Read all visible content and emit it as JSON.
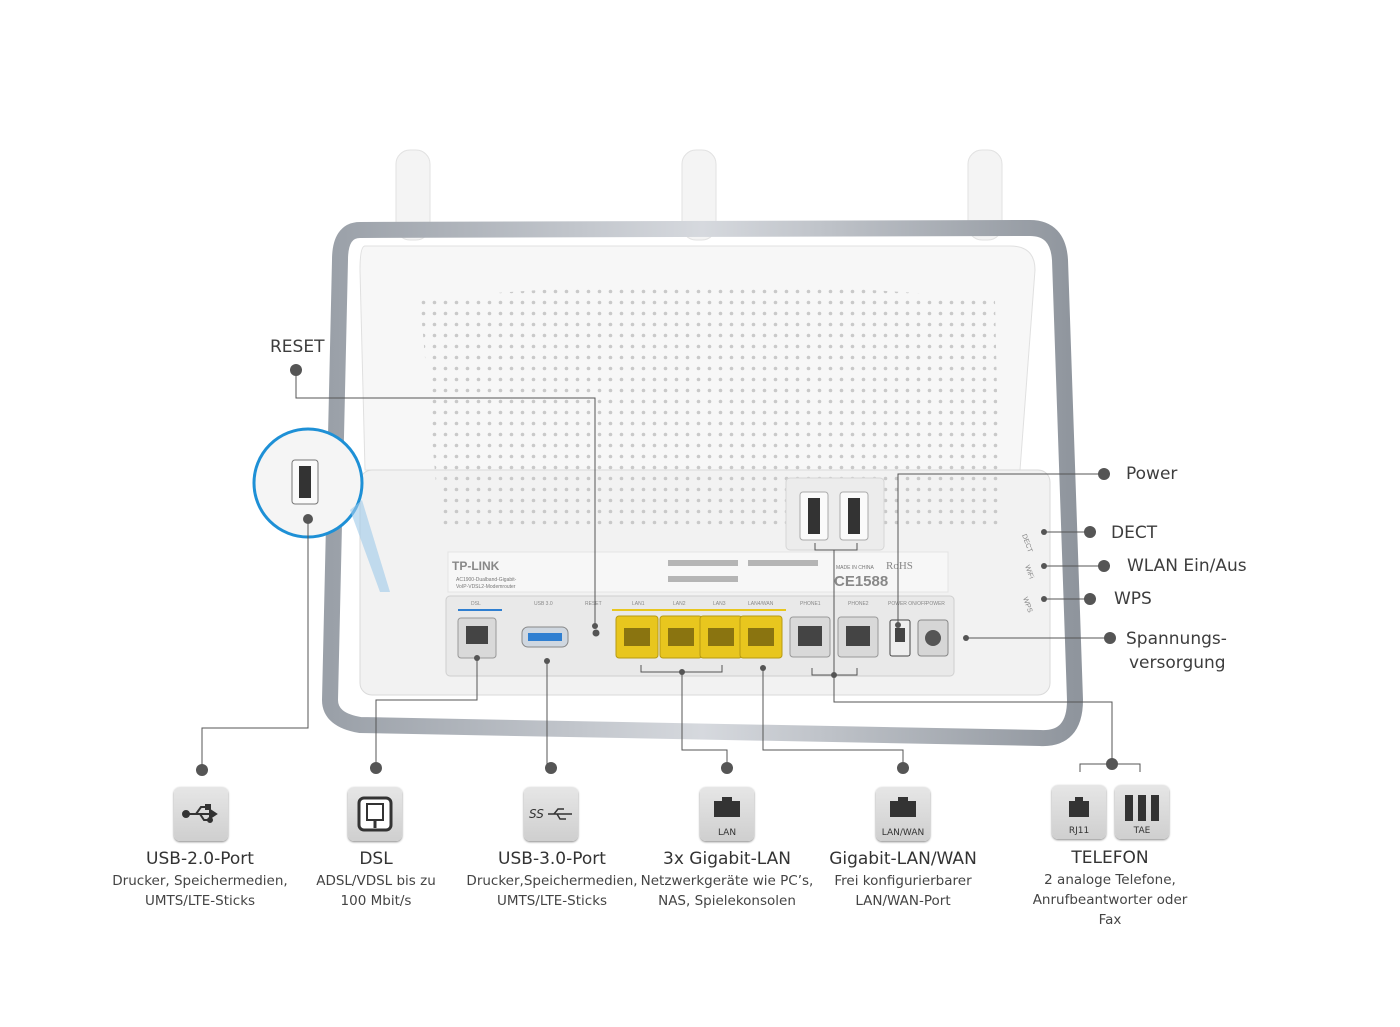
{
  "router": {
    "brand": "TP-LINK",
    "model_line1": "AC1900-Dualband-Gigabit-",
    "model_line2": "VoIP-VDSL2-Modemrouter",
    "made_in": "MADE IN CHINA",
    "rohs": "RoHS",
    "ce_mark": "CE1588",
    "side_labels": [
      "DECT",
      "WiFi",
      "WPS"
    ],
    "port_labels": [
      "DSL",
      "USB 3.0",
      "RESET",
      "LAN1",
      "LAN2",
      "LAN3",
      "LAN4/WAN",
      "PHONE1",
      "PHONE2",
      "POWER ON/OFF",
      "POWER"
    ]
  },
  "callouts": {
    "reset": "RESET",
    "power": "Power",
    "dect": "DECT",
    "wlan": "WLAN Ein/Aus",
    "wps": "WPS",
    "supply_line1": "Spannungs-",
    "supply_line2": "versorgung"
  },
  "features": [
    {
      "icon": "usb-icon",
      "title": "USB-2.0-Port",
      "desc": "Drucker, Speichermedien,\nUMTS/LTE-Sticks"
    },
    {
      "icon": "dsl-icon",
      "title": "DSL",
      "desc": "ADSL/VDSL bis zu\n100 Mbit/s"
    },
    {
      "icon": "usb3-icon",
      "icon_text": "SS",
      "title": "USB-3.0-Port",
      "desc": "Drucker,Speichermedien,\nUMTS/LTE-Sticks"
    },
    {
      "icon": "lan-icon",
      "icon_text": "LAN",
      "title": "3x Gigabit-LAN",
      "desc": "Netzwerkgeräte wie PC’s,\nNAS, Spielekonsolen"
    },
    {
      "icon": "lan-wan-icon",
      "icon_text": "LAN/WAN",
      "title": "Gigabit-LAN/WAN",
      "desc": "Frei konfigurierbarer\nLAN/WAN-Port"
    },
    {
      "icon": "rj11-icon",
      "icon_text": "RJ11",
      "title": "TELEFON",
      "desc": "2 analoge Telefone,\nAnrufbeantworter oder\nFax"
    },
    {
      "icon": "tae-icon",
      "icon_text": "TAE"
    }
  ],
  "colors": {
    "line": "#555555",
    "dot": "#555555",
    "lan_port": "#e8c61e",
    "usb3_port": "#2f7fd1",
    "frame": "#b8bcc2"
  }
}
